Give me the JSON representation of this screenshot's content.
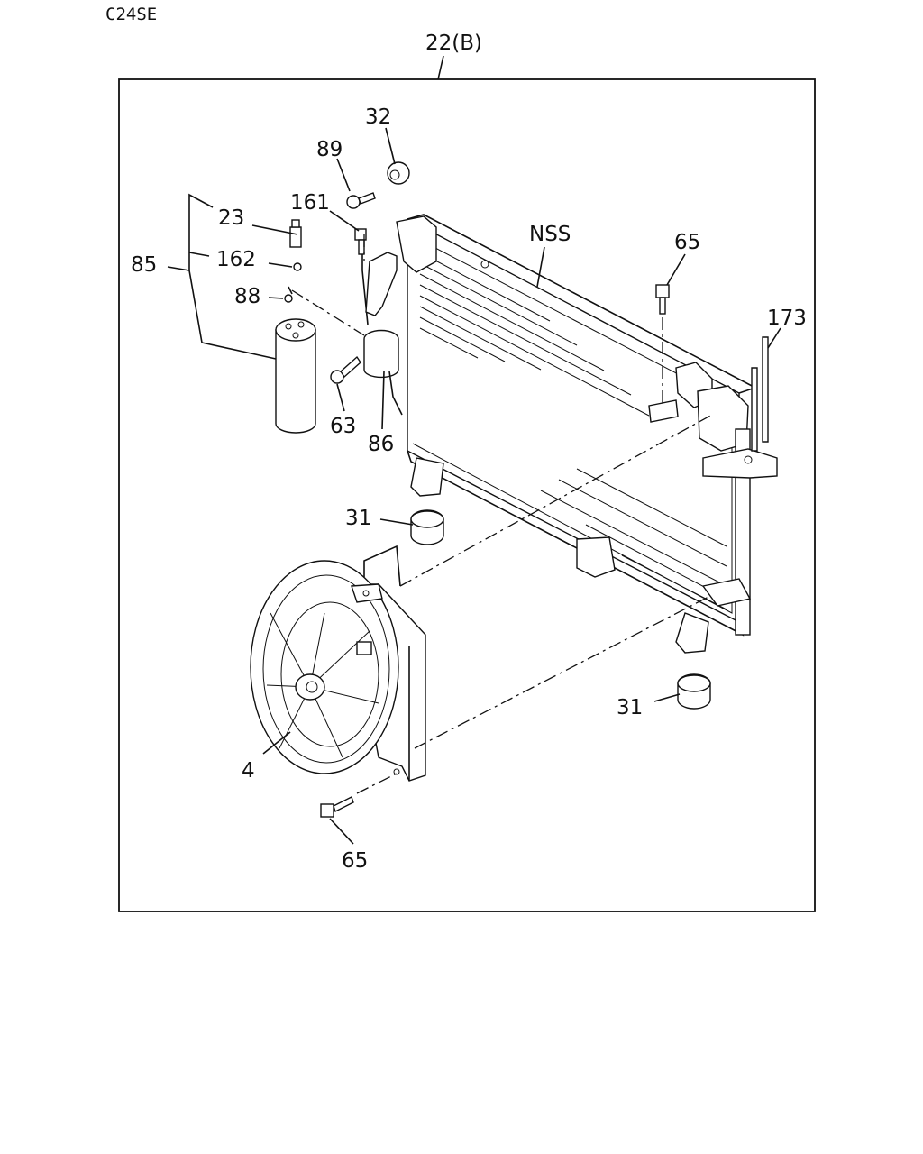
{
  "page": {
    "model_code": "C24SE",
    "assembly_label": "22(B)"
  },
  "callouts": {
    "c23": "23",
    "c32": "32",
    "c89": "89",
    "c161": "161",
    "c162": "162",
    "c85": "85",
    "c88": "88",
    "cNSS": "NSS",
    "c65_top": "65",
    "c173": "173",
    "c63": "63",
    "c86": "86",
    "c31_left": "31",
    "c31_right": "31",
    "c4": "4",
    "c65_bottom": "65"
  },
  "parts": [
    {
      "id": "receiver-drier",
      "icon": "cylinder-drier-icon"
    },
    {
      "id": "condenser",
      "icon": "condenser-core-icon"
    },
    {
      "id": "fan-motor-assembly",
      "icon": "fan-shroud-icon"
    },
    {
      "id": "mount-cushion",
      "icon": "rubber-cushion-icon"
    },
    {
      "id": "bolt",
      "icon": "bolt-icon"
    },
    {
      "id": "pressure-switch",
      "icon": "switch-icon"
    },
    {
      "id": "pipe",
      "icon": "pipe-icon"
    }
  ]
}
